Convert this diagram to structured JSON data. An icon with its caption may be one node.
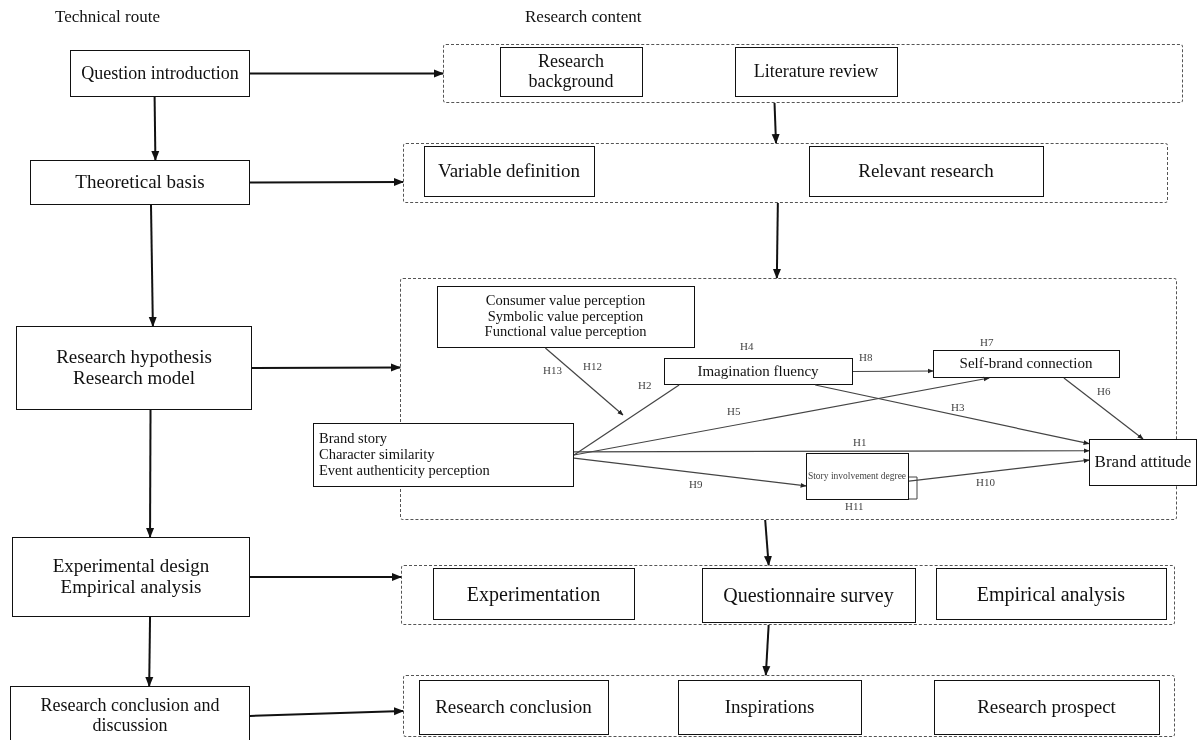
{
  "diagram": {
    "nodes": [
      {
        "text": [
          "Question introduction"
        ]
      },
      {
        "text": [
          "Theoretical basis"
        ]
      },
      {
        "text": [
          "Research hypothesis",
          "Research model"
        ]
      },
      {
        "text": [
          "Experimental design",
          "Empirical analysis"
        ]
      },
      {
        "text": [
          "Research conclusion and discussion"
        ]
      },
      {
        "text": [],
        "shape": "box"
      },
      {
        "text": [
          "Research background"
        ],
        "in": 5
      },
      {
        "text": [
          "Literature review"
        ],
        "in": 5
      },
      {
        "text": [],
        "shape": "box"
      },
      {
        "text": [
          "Variable definition"
        ],
        "in": 8
      },
      {
        "text": [
          "Relevant research"
        ],
        "in": 8
      },
      {
        "text": [],
        "shape": "box"
      },
      {
        "text": [
          "Consumer value perception",
          "Symbolic value perception",
          "Functional value perception"
        ],
        "in": 11
      },
      {
        "text": [
          "Imagination fluency"
        ],
        "in": 11
      },
      {
        "text": [
          "Self-brand connection"
        ],
        "in": 11
      },
      {
        "text": [
          "Brand story",
          "Character similarity",
          "Event authenticity perception"
        ]
      },
      {
        "text": [
          "Story involvement degree"
        ],
        "in": 11
      },
      {
        "text": [
          "Brand attitude"
        ]
      },
      {
        "text": [],
        "shape": "box"
      },
      {
        "text": [
          "Experimentation"
        ],
        "in": 18
      },
      {
        "text": [
          "Questionnaire survey"
        ],
        "in": 18
      },
      {
        "text": [
          "Empirical analysis"
        ],
        "in": 18
      },
      {
        "text": [],
        "shape": "box"
      },
      {
        "text": [
          "Research conclusion"
        ],
        "in": 22
      },
      {
        "text": [
          "Inspirations"
        ],
        "in": 22
      },
      {
        "text": [
          "Research prospect"
        ],
        "in": 22
      }
    ],
    "edges": [
      {
        "from": 0,
        "to": 1,
        "arrow": "to"
      },
      {
        "from": 1,
        "to": 2,
        "arrow": "to"
      },
      {
        "from": 2,
        "to": 3,
        "arrow": "to"
      },
      {
        "from": 3,
        "to": 4,
        "arrow": "to"
      },
      {
        "from": 0,
        "to": 5,
        "arrow": "to"
      },
      {
        "from": 1,
        "to": 8,
        "arrow": "to"
      },
      {
        "from": 2,
        "to": 11,
        "arrow": "to"
      },
      {
        "from": 3,
        "to": 18,
        "arrow": "to"
      },
      {
        "from": 4,
        "to": 22,
        "arrow": "to"
      },
      {
        "from": 5,
        "to": 8,
        "arrow": "to"
      },
      {
        "from": 8,
        "to": 11,
        "arrow": "to"
      },
      {
        "from": 11,
        "to": 18,
        "arrow": "to"
      },
      {
        "from": 18,
        "to": 22,
        "arrow": "to"
      },
      {
        "from": 12,
        "to": null,
        "arrow": "to",
        "label": "H12",
        "color": "#444444"
      },
      {
        "from": 15,
        "to": 13,
        "arrow": "none",
        "label": "H2",
        "color": "#444444"
      },
      {
        "from": 15,
        "to": 14,
        "arrow": "to",
        "label": "H5",
        "color": "#444444"
      },
      {
        "from": 15,
        "to": 17,
        "arrow": "to",
        "label": "H1",
        "color": "#444444"
      },
      {
        "from": 15,
        "to": 16,
        "arrow": "to",
        "label": "H9",
        "color": "#444444"
      },
      {
        "from": 13,
        "to": 17,
        "arrow": "to",
        "label": "H3",
        "color": "#444444"
      },
      {
        "from": 13,
        "to": 14,
        "arrow": "to",
        "label": "H8",
        "color": "#444444"
      },
      {
        "from": 14,
        "to": 17,
        "arrow": "to",
        "label": "H6",
        "color": "#444444"
      },
      {
        "from": 16,
        "to": 17,
        "arrow": "to",
        "label": "H10",
        "color": "#444444"
      }
    ],
    "labels": [
      "Technical route",
      "Research content",
      "H4",
      "H7",
      "H13",
      "H11"
    ]
  }
}
